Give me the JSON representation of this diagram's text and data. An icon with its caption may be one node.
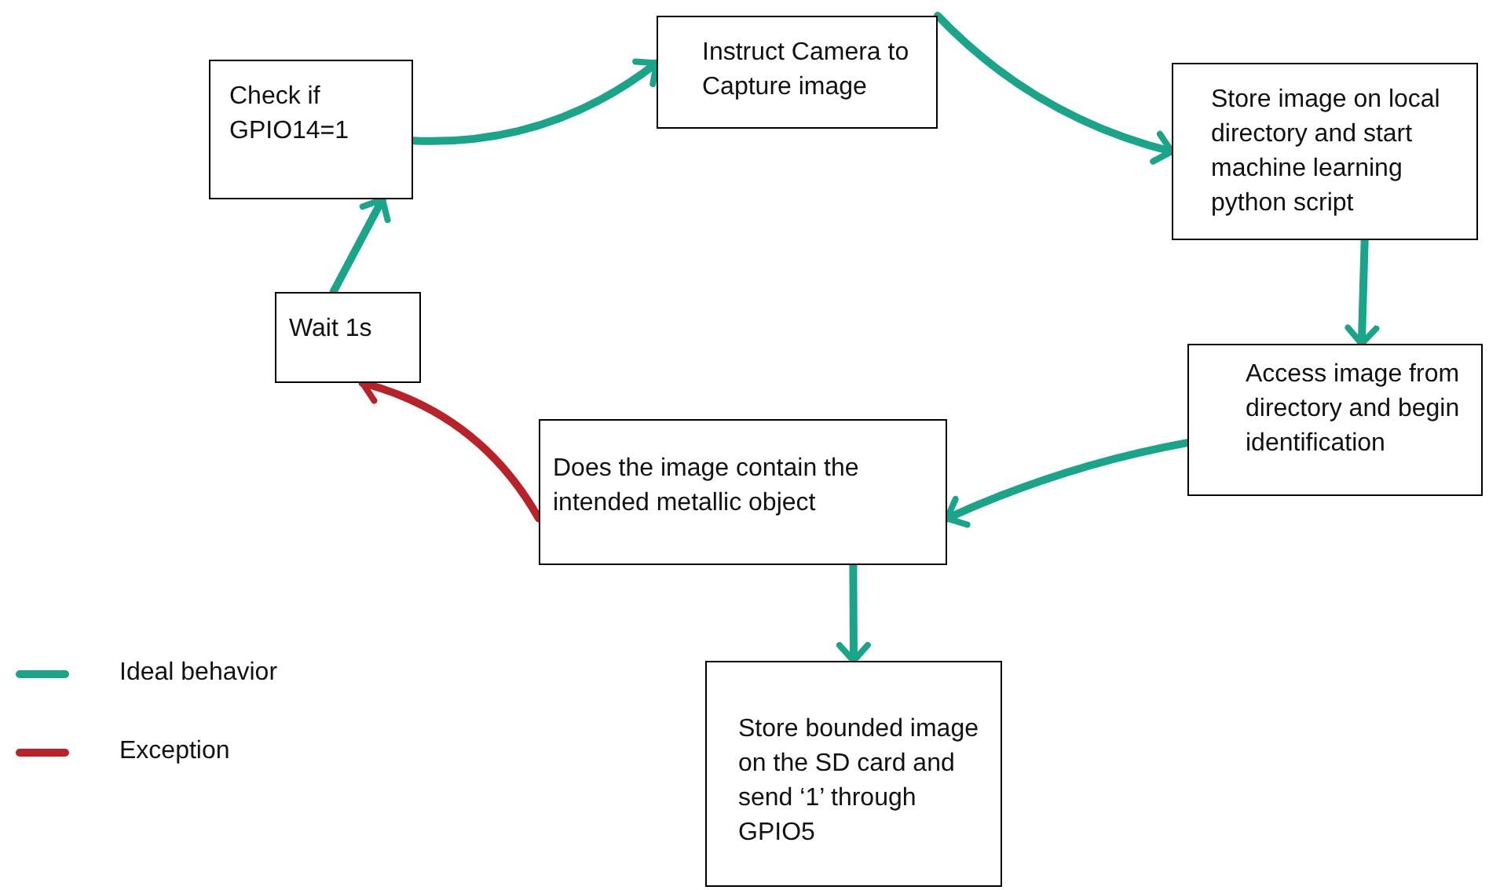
{
  "diagram": {
    "nodes": [
      {
        "text": [
          "Check if GPIO14=1"
        ]
      },
      {
        "text": [
          "Instruct Camera to Capture image"
        ]
      },
      {
        "text": [
          "Store image on local directory and start machine learning python script"
        ]
      },
      {
        "text": [
          "Access image from directory and begin identification"
        ]
      },
      {
        "text": [
          "Does the image contain the intended metallic object"
        ]
      },
      {
        "text": [
          "Wait 1s"
        ]
      },
      {
        "text": [
          "Store bounded image on the SD card and send ‘1’ through GPIO5"
        ]
      }
    ],
    "edges": [
      {
        "from": 0,
        "to": 1,
        "arrow": "to"
      },
      {
        "from": 1,
        "to": 2,
        "arrow": "to"
      },
      {
        "from": 2,
        "to": 3,
        "arrow": "to"
      },
      {
        "from": 3,
        "to": 4,
        "arrow": "to"
      },
      {
        "from": 4,
        "to": 6,
        "arrow": "to"
      },
      {
        "from": 4,
        "to": 5,
        "arrow": "to",
        "color": "#b8232a"
      },
      {
        "from": 5,
        "to": 0,
        "arrow": "to"
      }
    ],
    "legend": [
      {
        "text": "Ideal behavior",
        "color": "#1aa58a"
      },
      {
        "text": "Exception",
        "color": "#b8232a"
      }
    ]
  }
}
